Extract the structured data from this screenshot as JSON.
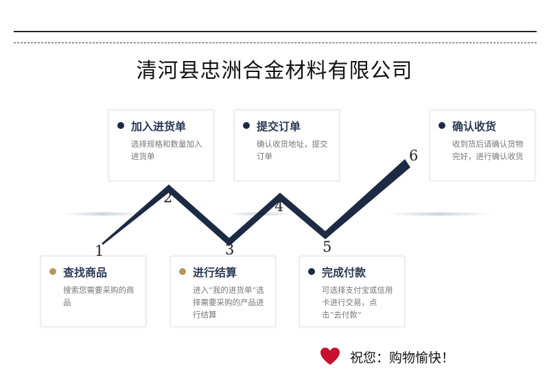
{
  "header": {
    "company_name": "清河县忠洲合金材料有限公司"
  },
  "steps": [
    {
      "number": "1",
      "title": "查找商品",
      "desc": "搜索您需要采购的商品"
    },
    {
      "number": "2",
      "title": "加入进货单",
      "desc": "选择规格和数量加入进货单"
    },
    {
      "number": "3",
      "title": "进行结算",
      "desc": "进入“我的进货单”选择需要采购的产品进行结算"
    },
    {
      "number": "4",
      "title": "提交订单",
      "desc": "确认收货地址，提交订单"
    },
    {
      "number": "5",
      "title": "完成付款",
      "desc": "可选择支付宝或信用卡进行交易，点击“去付款”"
    },
    {
      "number": "6",
      "title": "确认收货",
      "desc": "收到货后请确认货物完好，进行确认收货"
    }
  ],
  "footer": {
    "closing": "祝您：购物愉快！"
  },
  "colors": {
    "navy": "#1d2a44",
    "tan": "#b9975b",
    "heart": "#c8102e"
  },
  "icons": {
    "closing": "heart-icon"
  }
}
